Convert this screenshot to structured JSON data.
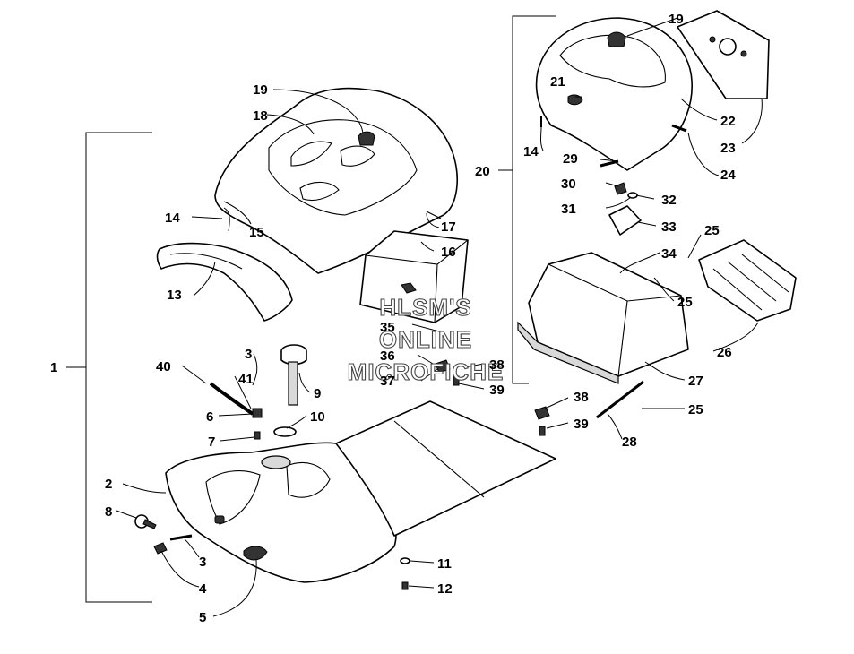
{
  "watermark": {
    "line1": "HLSM'S",
    "line2": "ONLINE",
    "line3": "MICROFICHE"
  },
  "callouts": {
    "c1": "1",
    "c2": "2",
    "c3a": "3",
    "c3b": "3",
    "c4": "4",
    "c5": "5",
    "c6": "6",
    "c7": "7",
    "c8": "8",
    "c9": "9",
    "c10": "10",
    "c11": "11",
    "c12": "12",
    "c13": "13",
    "c14a": "14",
    "c14b": "14",
    "c15": "15",
    "c16": "16",
    "c17": "17",
    "c18": "18",
    "c19a": "19",
    "c19b": "19",
    "c20": "20",
    "c21": "21",
    "c22": "22",
    "c23": "23",
    "c24": "24",
    "c25a": "25",
    "c25b": "25",
    "c25c": "25",
    "c26": "26",
    "c27": "27",
    "c28": "28",
    "c29": "29",
    "c30": "30",
    "c31": "31",
    "c32": "32",
    "c33": "33",
    "c34": "34",
    "c35": "35",
    "c36": "36",
    "c37": "37",
    "c38a": "38",
    "c38b": "38",
    "c39a": "39",
    "c39b": "39",
    "c40": "40",
    "c41": "41"
  }
}
